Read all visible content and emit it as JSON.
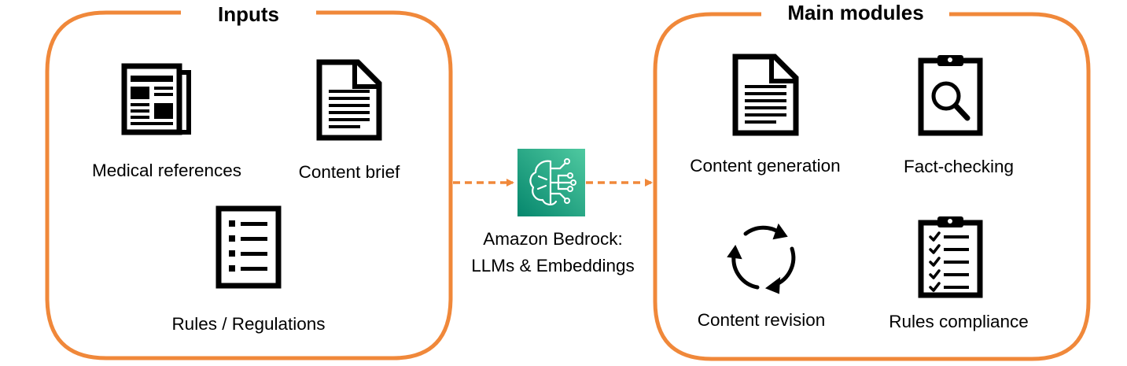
{
  "inputs": {
    "title": "Inputs",
    "items": [
      {
        "label": "Medical references",
        "icon": "newspaper-icon"
      },
      {
        "label": "Content brief",
        "icon": "document-icon"
      },
      {
        "label": "Rules / Regulations",
        "icon": "checklist-icon"
      }
    ]
  },
  "center": {
    "icon": "amazon-bedrock-icon",
    "line1": "Amazon Bedrock:",
    "line2": "LLMs & Embeddings"
  },
  "modules": {
    "title": "Main modules",
    "items": [
      {
        "label": "Content generation",
        "icon": "document-icon"
      },
      {
        "label": "Fact-checking",
        "icon": "clipboard-search-icon"
      },
      {
        "label": "Content revision",
        "icon": "cycle-arrows-icon"
      },
      {
        "label": "Rules compliance",
        "icon": "clipboard-checklist-icon"
      }
    ]
  },
  "colors": {
    "accent": "#F0883A",
    "bedrock_start": "#06876D",
    "bedrock_end": "#4FC9A0"
  }
}
